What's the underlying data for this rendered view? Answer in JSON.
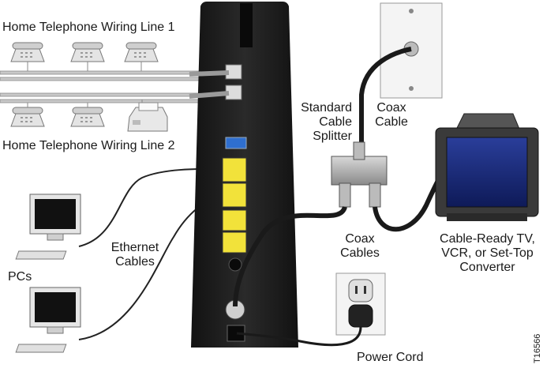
{
  "labels": {
    "home_line_1": "Home Telephone Wiring Line 1",
    "home_line_2": "Home Telephone Wiring Line 2",
    "splitter": [
      "Standard",
      "Cable",
      "Splitter"
    ],
    "coax_cable": [
      "Coax",
      "Cable"
    ],
    "coax_cables": [
      "Coax",
      "Cables"
    ],
    "tv": [
      "Cable-Ready TV,",
      "VCR, or Set-Top",
      "Converter"
    ],
    "ethernet": [
      "Ethernet",
      "Cables"
    ],
    "pcs": "PCs",
    "power_cord": "Power Cord",
    "figure_code": "T16566"
  },
  "colors": {
    "modem": "#1c1c1c",
    "cable": "#111111",
    "usb_port": "#2f6fcf",
    "ethernet_port": "#f2e23a",
    "wall_plate": "#f4f4f4",
    "line": "#9a9a9a"
  }
}
